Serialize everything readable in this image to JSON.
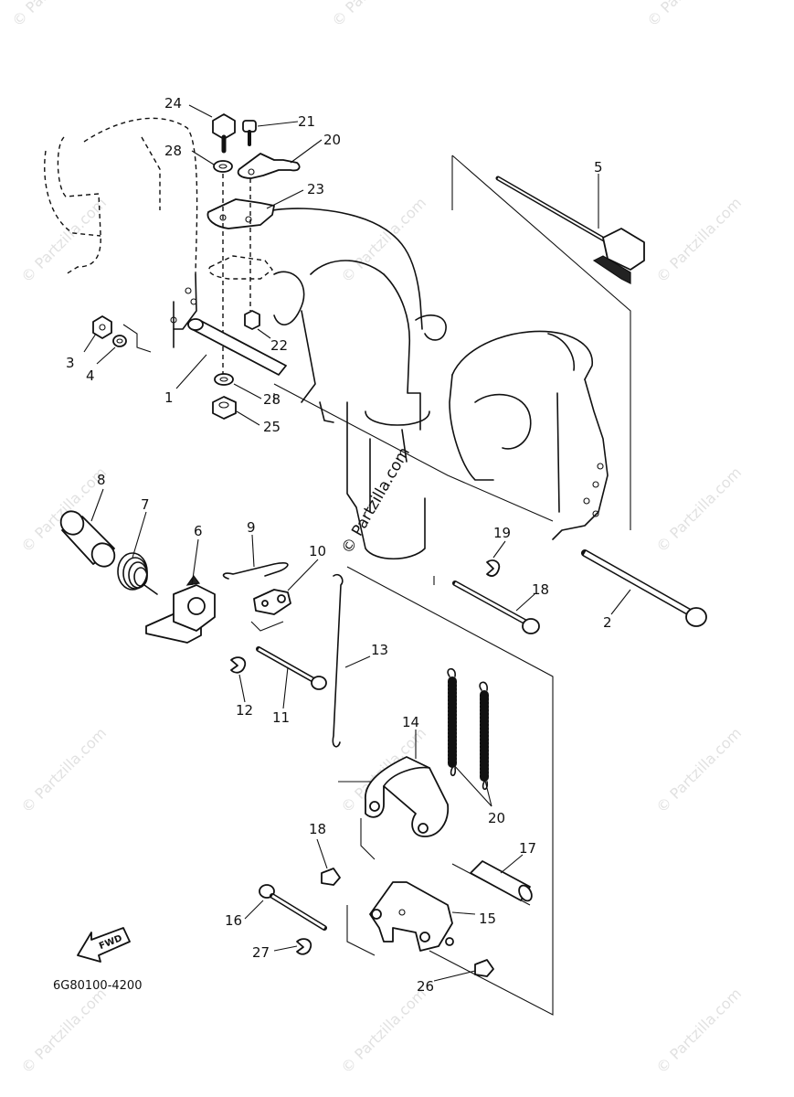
{
  "diagram": {
    "code": "6G80100-4200",
    "direction_label": "FWD",
    "watermark": "© Partzilla.com",
    "center_watermark": "© Partzilla.com",
    "callouts": [
      {
        "id": "c1",
        "label": "1"
      },
      {
        "id": "c2",
        "label": "2"
      },
      {
        "id": "c3",
        "label": "3"
      },
      {
        "id": "c4",
        "label": "4"
      },
      {
        "id": "c5",
        "label": "5"
      },
      {
        "id": "c6",
        "label": "6"
      },
      {
        "id": "c7",
        "label": "7"
      },
      {
        "id": "c8",
        "label": "8"
      },
      {
        "id": "c9",
        "label": "9"
      },
      {
        "id": "c10",
        "label": "10"
      },
      {
        "id": "c11",
        "label": "11"
      },
      {
        "id": "c12",
        "label": "12"
      },
      {
        "id": "c13",
        "label": "13"
      },
      {
        "id": "c14",
        "label": "14"
      },
      {
        "id": "c15",
        "label": "15"
      },
      {
        "id": "c16",
        "label": "16"
      },
      {
        "id": "c17",
        "label": "17"
      },
      {
        "id": "c18a",
        "label": "18"
      },
      {
        "id": "c18b",
        "label": "18"
      },
      {
        "id": "c19",
        "label": "19"
      },
      {
        "id": "c20a",
        "label": "20"
      },
      {
        "id": "c20b",
        "label": "20"
      },
      {
        "id": "c21",
        "label": "21"
      },
      {
        "id": "c22",
        "label": "22"
      },
      {
        "id": "c23",
        "label": "23"
      },
      {
        "id": "c24",
        "label": "24"
      },
      {
        "id": "c25",
        "label": "25"
      },
      {
        "id": "c26",
        "label": "26"
      },
      {
        "id": "c27",
        "label": "27"
      },
      {
        "id": "c28a",
        "label": "28"
      },
      {
        "id": "c28b",
        "label": "28"
      }
    ]
  }
}
